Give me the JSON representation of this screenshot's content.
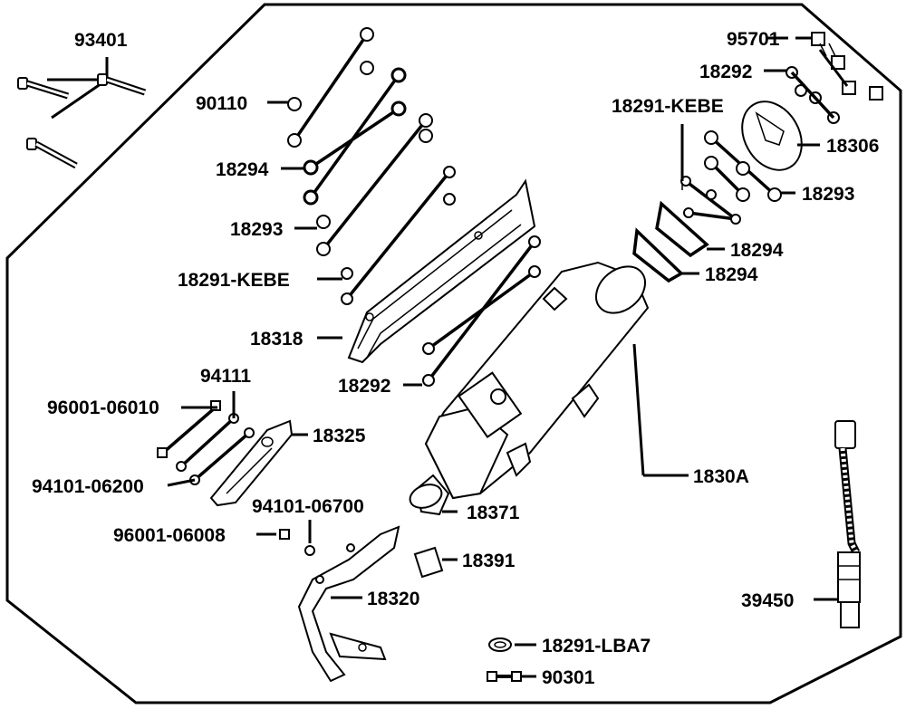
{
  "labels": {
    "p93401": "93401",
    "p90110": "90110",
    "p18294_left": "18294",
    "p18293_left": "18293",
    "p18291kebe_left": "18291-KEBE",
    "p18318": "18318",
    "p18292_left": "18292",
    "p94111": "94111",
    "p96001_06010": "96001-06010",
    "p18325": "18325",
    "p94101_06200": "94101-06200",
    "p94101_06700": "94101-06700",
    "p96001_06008": "96001-06008",
    "p18320": "18320",
    "p18371": "18371",
    "p18391": "18391",
    "p1830A": "1830A",
    "p95701": "95701",
    "p18292_right": "18292",
    "p18291kebe_right": "18291-KEBE",
    "p18306": "18306",
    "p18293_right": "18293",
    "p18294_right_a": "18294",
    "p18294_right_b": "18294",
    "p39450": "39450",
    "p18291lba7": "18291-LBA7",
    "p90301": "90301"
  }
}
